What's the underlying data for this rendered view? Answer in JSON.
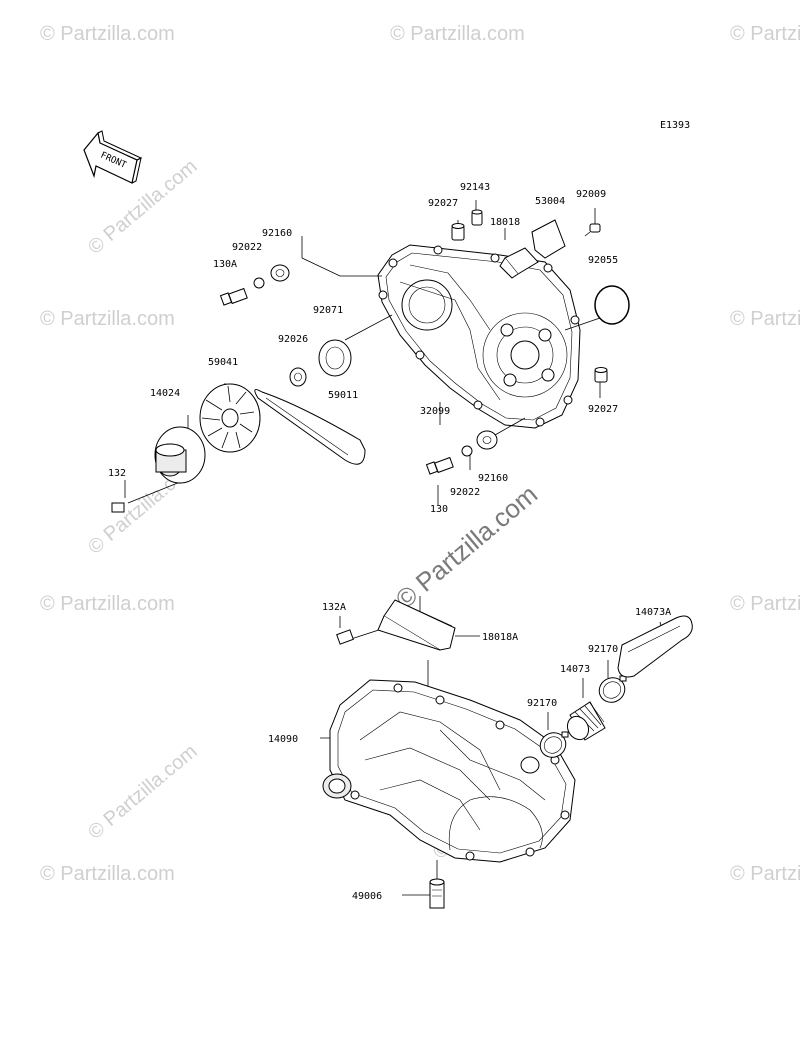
{
  "diagram_code": "E1393",
  "front_label": "FRONT",
  "watermark": {
    "text": "© Partzilla.com"
  },
  "callouts": {
    "c92143": "92143",
    "c92027a": "92027",
    "c53004": "53004",
    "c92009": "92009",
    "c18018": "18018",
    "c92160a": "92160",
    "c92022a": "92022",
    "c130A": "130A",
    "c92055": "92055",
    "c92071": "92071",
    "c92026": "92026",
    "c59041": "59041",
    "c14024": "14024",
    "c59011": "59011",
    "c32099": "32099",
    "c92027b": "92027",
    "c132": "132",
    "c92160b": "92160",
    "c92022b": "92022",
    "c130": "130",
    "c132A": "132A",
    "c18018A": "18018A",
    "c14073A": "14073A",
    "c92170a": "92170",
    "c14073": "14073",
    "c92170b": "92170",
    "c14090": "14090",
    "c49006": "49006"
  }
}
